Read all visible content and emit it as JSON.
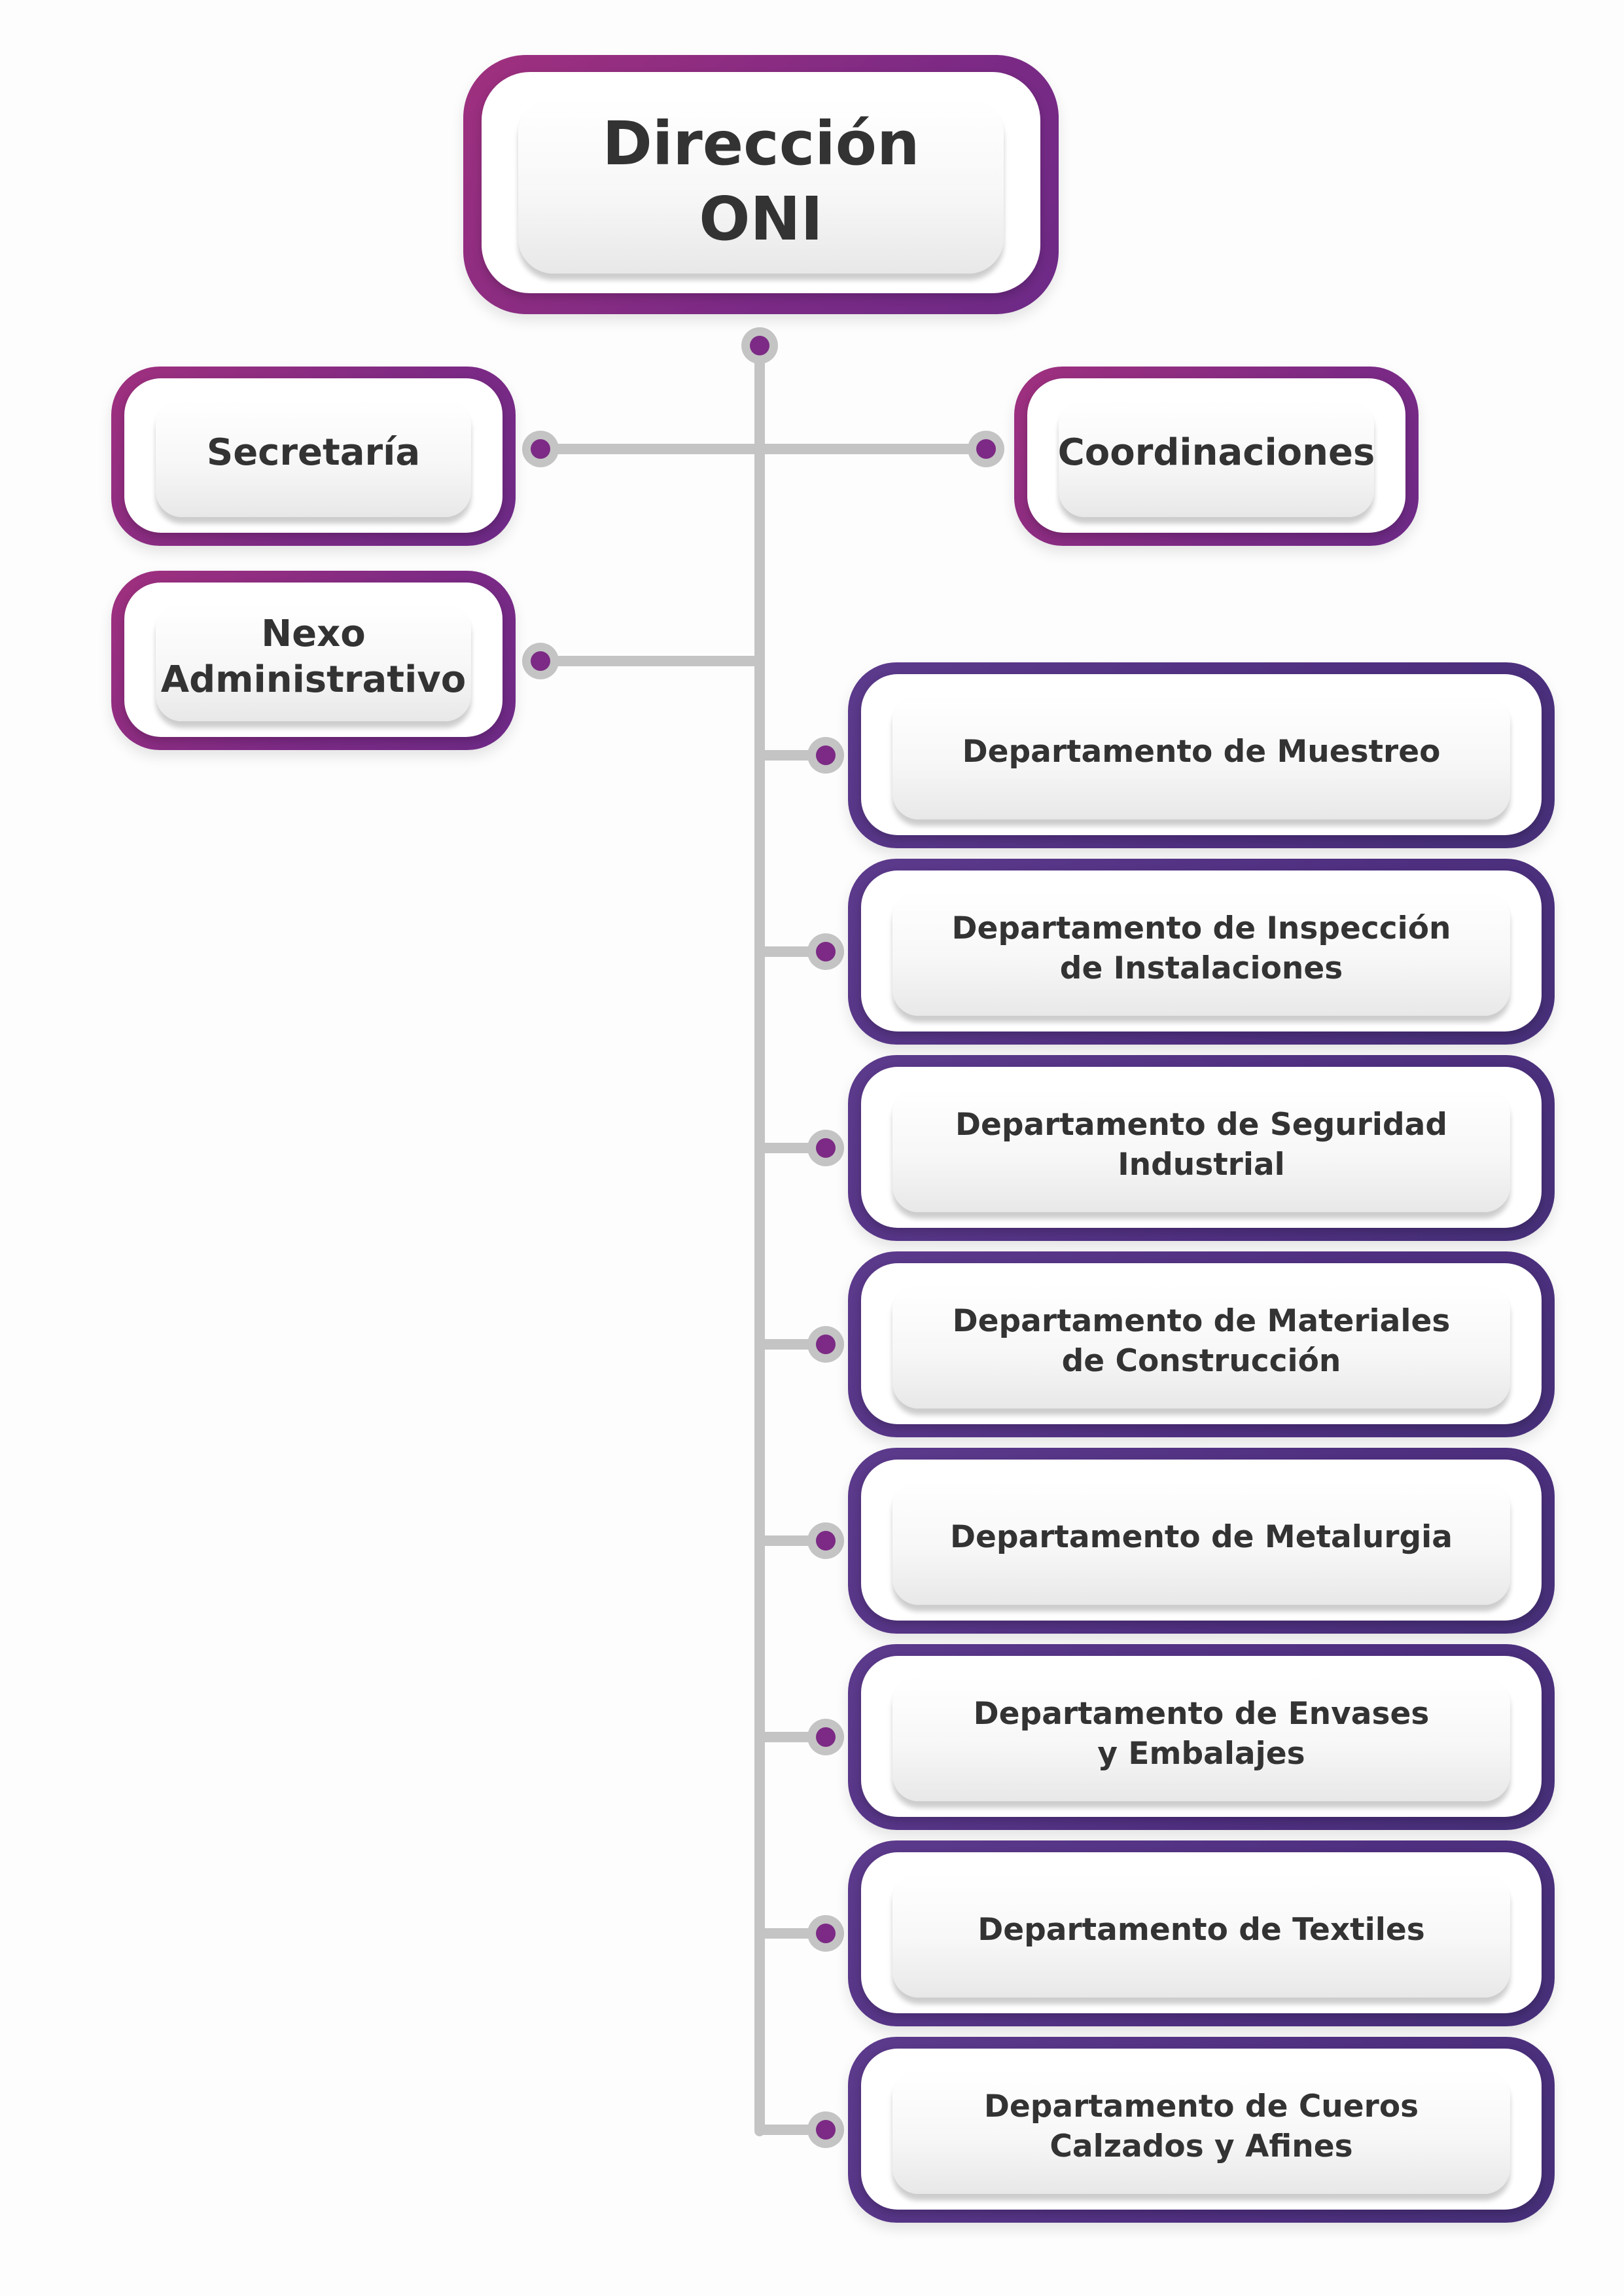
{
  "colors": {
    "line": "#c4c4c4",
    "dot": "#7c2a85",
    "magenta_frame": "#8c2a85",
    "violet_frame": "#4f2f80",
    "text": "#333333"
  },
  "top": {
    "label": "Dirección\nONI"
  },
  "side_nodes": [
    {
      "label": "Secretaría"
    },
    {
      "label": "Coordinaciones"
    },
    {
      "label": "Nexo\nAdministrativo"
    }
  ],
  "departments": [
    {
      "label": "Departamento de Muestreo"
    },
    {
      "label": "Departamento de Inspección\nde Instalaciones"
    },
    {
      "label": "Departamento de Seguridad\nIndustrial"
    },
    {
      "label": "Departamento de Materiales\nde Construcción"
    },
    {
      "label": "Departamento de  Metalurgia"
    },
    {
      "label": "Departamento de Envases\ny Embalajes"
    },
    {
      "label": "Departamento de  Textiles"
    },
    {
      "label": "Departamento de Cueros\nCalzados y Afines"
    }
  ]
}
